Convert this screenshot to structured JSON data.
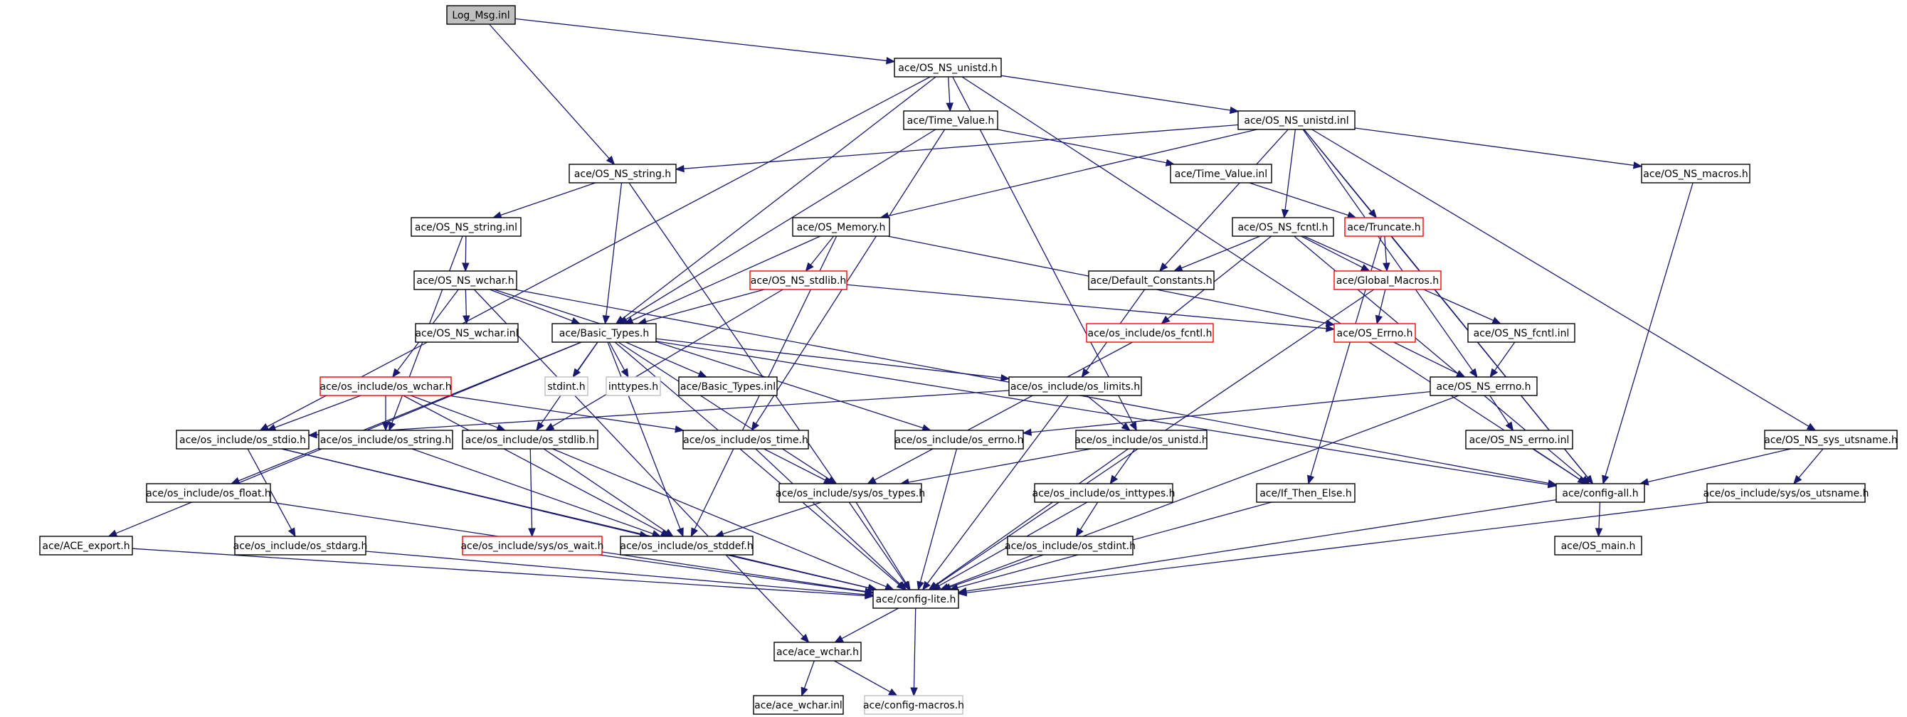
{
  "nodes": [
    {
      "id": "n0",
      "label": "Log_Msg.inl",
      "style": "root"
    },
    {
      "id": "n1",
      "label": "ace/OS_NS_unistd.h",
      "style": "normal"
    },
    {
      "id": "n2",
      "label": "ace/Time_Value.h",
      "style": "normal"
    },
    {
      "id": "n3",
      "label": "ace/OS_NS_unistd.inl",
      "style": "normal"
    },
    {
      "id": "n4",
      "label": "ace/OS_NS_string.h",
      "style": "normal"
    },
    {
      "id": "n5",
      "label": "ace/Time_Value.inl",
      "style": "normal"
    },
    {
      "id": "n6",
      "label": "ace/OS_NS_macros.h",
      "style": "normal"
    },
    {
      "id": "n7",
      "label": "ace/OS_NS_string.inl",
      "style": "normal"
    },
    {
      "id": "n8",
      "label": "ace/OS_Memory.h",
      "style": "normal"
    },
    {
      "id": "n9",
      "label": "ace/OS_NS_fcntl.h",
      "style": "normal"
    },
    {
      "id": "n10",
      "label": "ace/Truncate.h",
      "style": "red"
    },
    {
      "id": "n11",
      "label": "ace/OS_NS_wchar.h",
      "style": "normal"
    },
    {
      "id": "n12",
      "label": "ace/OS_NS_stdlib.h",
      "style": "red"
    },
    {
      "id": "n13",
      "label": "ace/Default_Constants.h",
      "style": "normal"
    },
    {
      "id": "n14",
      "label": "ace/Global_Macros.h",
      "style": "red"
    },
    {
      "id": "n15",
      "label": "ace/OS_NS_wchar.inl",
      "style": "normal"
    },
    {
      "id": "n16",
      "label": "ace/Basic_Types.h",
      "style": "normal"
    },
    {
      "id": "n17",
      "label": "ace/os_include/os_fcntl.h",
      "style": "red"
    },
    {
      "id": "n18",
      "label": "ace/OS_Errno.h",
      "style": "red"
    },
    {
      "id": "n19",
      "label": "ace/OS_NS_fcntl.inl",
      "style": "normal"
    },
    {
      "id": "n20",
      "label": "ace/os_include/os_wchar.h",
      "style": "red"
    },
    {
      "id": "n21",
      "label": "stdint.h",
      "style": "gray"
    },
    {
      "id": "n22",
      "label": "inttypes.h",
      "style": "gray"
    },
    {
      "id": "n23",
      "label": "ace/Basic_Types.inl",
      "style": "normal"
    },
    {
      "id": "n24",
      "label": "ace/os_include/os_limits.h",
      "style": "normal"
    },
    {
      "id": "n25",
      "label": "ace/OS_NS_errno.h",
      "style": "normal"
    },
    {
      "id": "n26",
      "label": "ace/os_include/os_stdio.h",
      "style": "normal"
    },
    {
      "id": "n27",
      "label": "ace/os_include/os_string.h",
      "style": "normal"
    },
    {
      "id": "n28",
      "label": "ace/os_include/os_stdlib.h",
      "style": "normal"
    },
    {
      "id": "n29",
      "label": "ace/os_include/os_time.h",
      "style": "normal"
    },
    {
      "id": "n30",
      "label": "ace/os_include/os_errno.h",
      "style": "normal"
    },
    {
      "id": "n31",
      "label": "ace/os_include/os_unistd.h",
      "style": "normal"
    },
    {
      "id": "n32",
      "label": "ace/OS_NS_errno.inl",
      "style": "normal"
    },
    {
      "id": "n33",
      "label": "ace/OS_NS_sys_utsname.h",
      "style": "normal"
    },
    {
      "id": "n34",
      "label": "ace/os_include/os_float.h",
      "style": "normal"
    },
    {
      "id": "n35",
      "label": "ace/os_include/sys/os_types.h",
      "style": "normal"
    },
    {
      "id": "n36",
      "label": "ace/os_include/os_inttypes.h",
      "style": "normal"
    },
    {
      "id": "n37",
      "label": "ace/If_Then_Else.h",
      "style": "normal"
    },
    {
      "id": "n38",
      "label": "ace/config-all.h",
      "style": "normal"
    },
    {
      "id": "n39",
      "label": "ace/os_include/sys/os_utsname.h",
      "style": "normal"
    },
    {
      "id": "n40",
      "label": "ace/ACE_export.h",
      "style": "normal"
    },
    {
      "id": "n41",
      "label": "ace/os_include/os_stdarg.h",
      "style": "normal"
    },
    {
      "id": "n42",
      "label": "ace/os_include/sys/os_wait.h",
      "style": "red"
    },
    {
      "id": "n43",
      "label": "ace/os_include/os_stddef.h",
      "style": "normal"
    },
    {
      "id": "n44",
      "label": "ace/os_include/os_stdint.h",
      "style": "normal"
    },
    {
      "id": "n45",
      "label": "ace/OS_main.h",
      "style": "normal"
    },
    {
      "id": "n46",
      "label": "ace/config-lite.h",
      "style": "normal"
    },
    {
      "id": "n47",
      "label": "ace/ace_wchar.h",
      "style": "normal"
    },
    {
      "id": "n48",
      "label": "ace/ace_wchar.inl",
      "style": "normal"
    },
    {
      "id": "n49",
      "label": "ace/config-macros.h",
      "style": "gray"
    }
  ],
  "edges": [
    [
      "n0",
      "n1"
    ],
    [
      "n0",
      "n4"
    ],
    [
      "n1",
      "n2"
    ],
    [
      "n1",
      "n3"
    ],
    [
      "n1",
      "n16"
    ],
    [
      "n1",
      "n26"
    ],
    [
      "n1",
      "n31"
    ],
    [
      "n1",
      "n38"
    ],
    [
      "n2",
      "n5"
    ],
    [
      "n2",
      "n16"
    ],
    [
      "n2",
      "n29"
    ],
    [
      "n3",
      "n4"
    ],
    [
      "n3",
      "n6"
    ],
    [
      "n3",
      "n8"
    ],
    [
      "n3",
      "n9"
    ],
    [
      "n3",
      "n10"
    ],
    [
      "n3",
      "n13"
    ],
    [
      "n3",
      "n25"
    ],
    [
      "n3",
      "n33"
    ],
    [
      "n3",
      "n38"
    ],
    [
      "n4",
      "n7"
    ],
    [
      "n4",
      "n16"
    ],
    [
      "n4",
      "n46"
    ],
    [
      "n5",
      "n10"
    ],
    [
      "n6",
      "n38"
    ],
    [
      "n7",
      "n11"
    ],
    [
      "n7",
      "n27"
    ],
    [
      "n8",
      "n12"
    ],
    [
      "n8",
      "n16"
    ],
    [
      "n8",
      "n18"
    ],
    [
      "n8",
      "n43"
    ],
    [
      "n9",
      "n13"
    ],
    [
      "n9",
      "n14"
    ],
    [
      "n9",
      "n17"
    ],
    [
      "n9",
      "n19"
    ],
    [
      "n9",
      "n38"
    ],
    [
      "n10",
      "n14"
    ],
    [
      "n10",
      "n37"
    ],
    [
      "n10",
      "n38"
    ],
    [
      "n11",
      "n15"
    ],
    [
      "n11",
      "n16"
    ],
    [
      "n11",
      "n20"
    ],
    [
      "n11",
      "n30"
    ],
    [
      "n11",
      "n38"
    ],
    [
      "n11",
      "n47"
    ],
    [
      "n12",
      "n16"
    ],
    [
      "n12",
      "n18"
    ],
    [
      "n12",
      "n28"
    ],
    [
      "n13",
      "n24"
    ],
    [
      "n14",
      "n18"
    ],
    [
      "n14",
      "n46"
    ],
    [
      "n16",
      "n21"
    ],
    [
      "n16",
      "n22"
    ],
    [
      "n16",
      "n23"
    ],
    [
      "n16",
      "n24"
    ],
    [
      "n16",
      "n28"
    ],
    [
      "n16",
      "n34"
    ],
    [
      "n16",
      "n35"
    ],
    [
      "n16",
      "n38"
    ],
    [
      "n16",
      "n40"
    ],
    [
      "n16",
      "n43"
    ],
    [
      "n16",
      "n46"
    ],
    [
      "n17",
      "n35"
    ],
    [
      "n18",
      "n25"
    ],
    [
      "n19",
      "n25"
    ],
    [
      "n20",
      "n26"
    ],
    [
      "n20",
      "n27"
    ],
    [
      "n20",
      "n28"
    ],
    [
      "n20",
      "n29"
    ],
    [
      "n20",
      "n43"
    ],
    [
      "n24",
      "n26"
    ],
    [
      "n24",
      "n31"
    ],
    [
      "n24",
      "n46"
    ],
    [
      "n25",
      "n30"
    ],
    [
      "n25",
      "n32"
    ],
    [
      "n25",
      "n46"
    ],
    [
      "n26",
      "n41"
    ],
    [
      "n26",
      "n43"
    ],
    [
      "n26",
      "n46"
    ],
    [
      "n27",
      "n43"
    ],
    [
      "n28",
      "n42"
    ],
    [
      "n28",
      "n43"
    ],
    [
      "n28",
      "n46"
    ],
    [
      "n29",
      "n35"
    ],
    [
      "n29",
      "n46"
    ],
    [
      "n30",
      "n46"
    ],
    [
      "n31",
      "n35"
    ],
    [
      "n31",
      "n36"
    ],
    [
      "n31",
      "n46"
    ],
    [
      "n32",
      "n38"
    ],
    [
      "n33",
      "n38"
    ],
    [
      "n33",
      "n39"
    ],
    [
      "n34",
      "n46"
    ],
    [
      "n35",
      "n43"
    ],
    [
      "n35",
      "n46"
    ],
    [
      "n36",
      "n44"
    ],
    [
      "n36",
      "n46"
    ],
    [
      "n37",
      "n46"
    ],
    [
      "n38",
      "n45"
    ],
    [
      "n38",
      "n46"
    ],
    [
      "n39",
      "n46"
    ],
    [
      "n40",
      "n46"
    ],
    [
      "n41",
      "n46"
    ],
    [
      "n42",
      "n46"
    ],
    [
      "n43",
      "n46"
    ],
    [
      "n44",
      "n46"
    ],
    [
      "n46",
      "n47"
    ],
    [
      "n46",
      "n49"
    ],
    [
      "n47",
      "n48"
    ],
    [
      "n47",
      "n49"
    ]
  ]
}
